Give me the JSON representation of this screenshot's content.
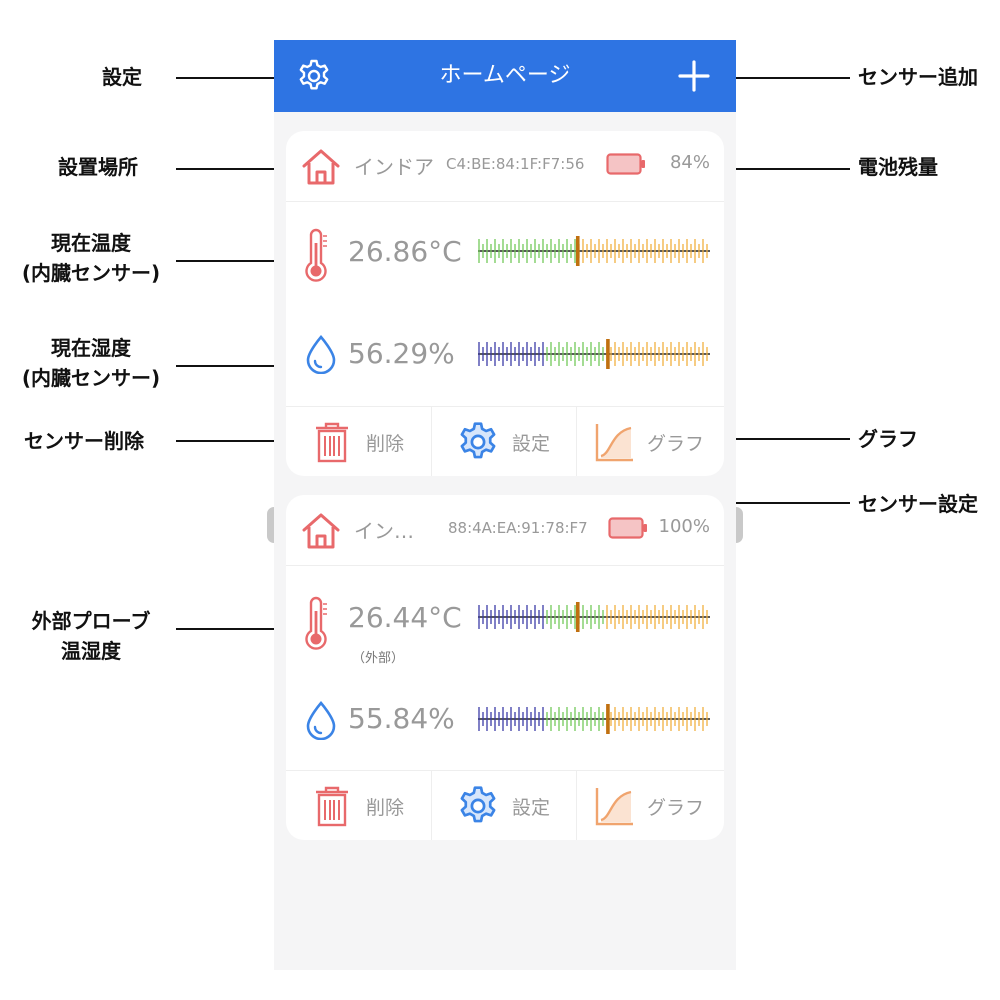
{
  "header": {
    "title": "ホームページ",
    "settings_icon": "gear-icon",
    "add_icon": "plus-icon"
  },
  "annotations": {
    "settings": "設定",
    "location": "設置場所",
    "current_temp_1": "現在温度",
    "current_temp_2": "(内臓センサー)",
    "current_humid_1": "現在湿度",
    "current_humid_2": "(内臓センサー)",
    "delete_sensor": "センサー削除",
    "add_sensor": "センサー追加",
    "battery_level": "電池残量",
    "graph": "グラフ",
    "sensor_settings": "センサー設定",
    "probe_1": "外部プローブ",
    "probe_2": "温湿度"
  },
  "sensors": [
    {
      "location": "インドア",
      "mac": "C4:BE:84:1F:F7:56",
      "battery": "84%",
      "temperature": "26.86°C",
      "temperature_sub": "",
      "humidity": "56.29%",
      "temp_gauge": {
        "scheme": "green-orange",
        "level": 0.43
      },
      "humid_gauge": {
        "scheme": "blue-green-orange",
        "level": 0.56
      }
    },
    {
      "location": "イン…",
      "mac": "88:4A:EA:91:78:F7",
      "battery": "100%",
      "temperature": "26.44°C",
      "temperature_sub": "（外部）",
      "humidity": "55.84%",
      "temp_gauge": {
        "scheme": "blue-green-orange",
        "level": 0.43
      },
      "humid_gauge": {
        "scheme": "blue-green-orange",
        "level": 0.56
      }
    }
  ],
  "actions": {
    "delete": "削除",
    "settings": "設定",
    "graph": "グラフ"
  },
  "colors": {
    "header": "#2e74e3",
    "icon_red": "#e8696b",
    "icon_blue": "#3b84e6",
    "icon_orange": "#f0a46e",
    "gauge_blue": "#3c3ca8",
    "gauge_green": "#73c95a",
    "gauge_orange": "#f0b040",
    "gauge_marker": "#c07010"
  }
}
